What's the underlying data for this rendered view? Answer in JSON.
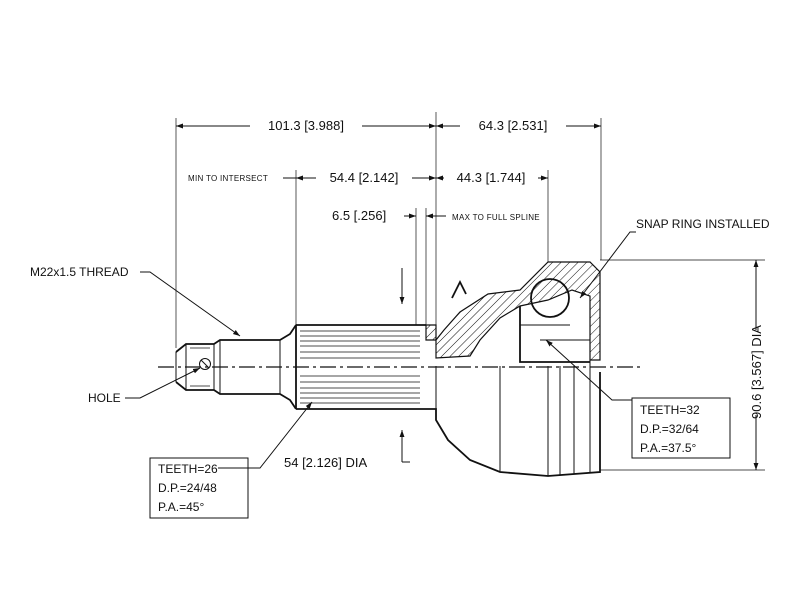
{
  "dimensions": {
    "overall_length": "101.3 [3.988]",
    "bell_length": "64.3 [2.531]",
    "min_to_intersect_label": "MIN TO INTERSECT",
    "min_to_intersect": "54.4 [2.142]",
    "spline_length": "44.3 [1.744]",
    "offset": "6.5 [.256]",
    "max_to_full_spline": "MAX TO FULL SPLINE",
    "shaft_dia": "54 [2.126] DIA",
    "outer_dia": "90.6 [3.567] DIA"
  },
  "callouts": {
    "thread": "M22x1.5 THREAD",
    "hole": "HOLE",
    "snap_ring": "SNAP RING INSTALLED"
  },
  "spec_boxes": {
    "outer": [
      "TEETH=26",
      "D.P.=24/48",
      "P.A.=45°"
    ],
    "inner": [
      "TEETH=32",
      "D.P.=32/64",
      "P.A.=37.5°"
    ]
  }
}
